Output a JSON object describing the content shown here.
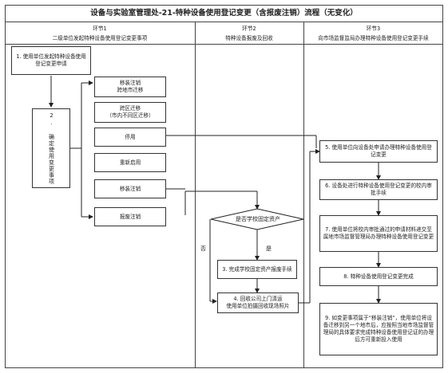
{
  "title": "设备与实验室管理处-21-特种设备使用登记变更（含报废注销）流程（无变化）",
  "lanes": [
    {
      "num": "环节1",
      "name": "二级单位发起特种设备使用登记变更事项"
    },
    {
      "num": "环节2",
      "name": "特种设备报废及回收"
    },
    {
      "num": "环节3",
      "name": "向市场监督监局办理特种设备使用登记变更手续"
    }
  ],
  "steps": {
    "s1": "1. 使用单位发起特种设备使用登记变更申请",
    "s2": "2. 确定使用变更事项",
    "opt1": "移装注销\n跨地市迁移",
    "opt2": "跨区迁移\n（市内不同区迁移）",
    "opt3": "停用",
    "opt4": "重新启用",
    "opt5": "移装注销",
    "opt6": "报废注销",
    "decision": "是否学校固定资产",
    "yes": "是",
    "no": "否",
    "s3": "3. 完成学校固定资产报废手续",
    "s4": "4. 回收公司上门清运\n使用单位拍摄回收现场照片",
    "s5": "5. 使用单位向设备处申请办理特种设备使用登记变更",
    "s6": "6. 设备处进行特种设备使用登记变更的校内审批手续",
    "s7": "7. 使用单位将校内审批通过的申请材料递交至属地市场监督管理局办理特种设备使用登记变更",
    "s8": "8. 特种设备使用登记变更完成",
    "s9": "9. 如变更事项属于“移装注销”，使用单位将设备迁移到另一个地市后，应按照当地市场监督管理局的具体要求完成特种设备使用登记证的办理后方可重新投入使用"
  }
}
